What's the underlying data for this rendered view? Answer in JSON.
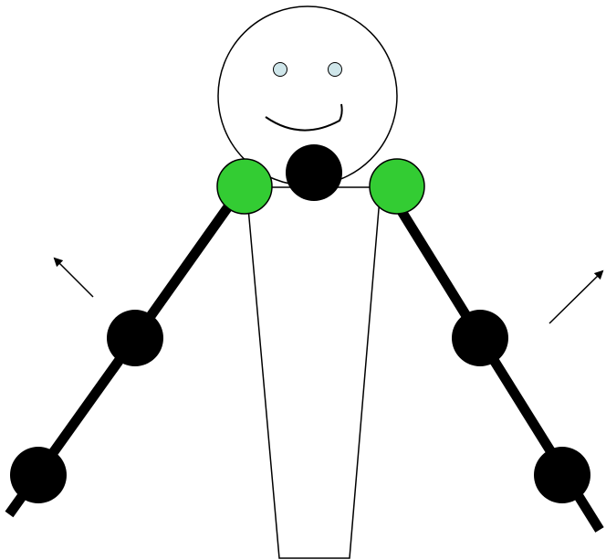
{
  "figure": {
    "description_visible_text": "",
    "colors": {
      "background": "#ffffff",
      "outline": "#000000",
      "joint_black": "#000000",
      "joint_green": "#33cc33",
      "eye_fill": "#cfe6ea",
      "limb": "#000000"
    },
    "parts": {
      "head": "head-circle",
      "eyes": [
        "left-eye",
        "right-eye"
      ],
      "mouth": "smile-mouth",
      "neck_joint": "neck-joint",
      "shoulders": [
        "left-shoulder-joint",
        "right-shoulder-joint"
      ],
      "torso": "torso-trapezoid",
      "left_arm": [
        "left-elbow-joint",
        "left-wrist-joint"
      ],
      "right_arm": [
        "right-elbow-joint",
        "right-wrist-joint"
      ],
      "arrows": [
        "left-motion-arrow",
        "right-motion-arrow"
      ]
    }
  }
}
